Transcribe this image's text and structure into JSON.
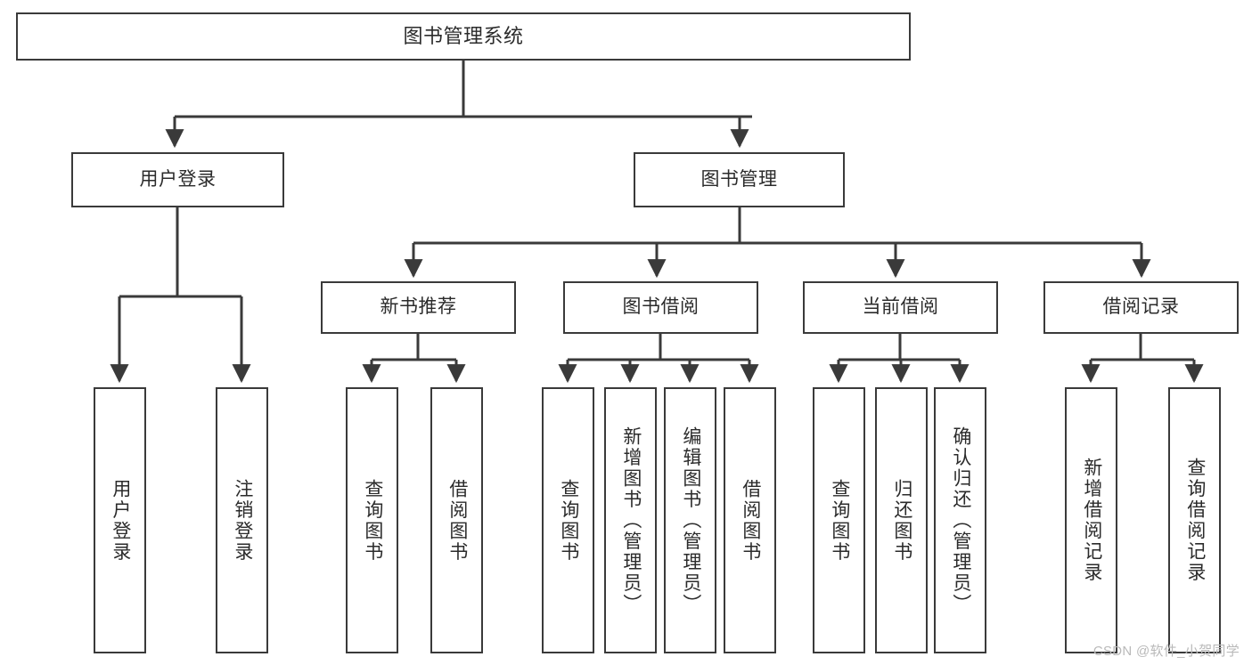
{
  "diagram": {
    "type": "tree-hierarchy",
    "title": "图书管理系统",
    "root": {
      "label": "图书管理系统"
    },
    "level1": [
      {
        "id": "user-login",
        "label": "用户登录"
      },
      {
        "id": "book-management",
        "label": "图书管理"
      }
    ],
    "level2": [
      {
        "id": "new-book-recommend",
        "label": "新书推荐",
        "parent": "book-management"
      },
      {
        "id": "book-borrow",
        "label": "图书借阅",
        "parent": "book-management"
      },
      {
        "id": "current-borrow",
        "label": "当前借阅",
        "parent": "book-management"
      },
      {
        "id": "borrow-record",
        "label": "借阅记录",
        "parent": "book-management"
      }
    ],
    "leaves": [
      {
        "id": "leaf-user-login",
        "label": "用户登录",
        "parent": "user-login"
      },
      {
        "id": "leaf-logout",
        "label": "注销登录",
        "parent": "user-login"
      },
      {
        "id": "leaf-query-book-1",
        "label": "查询图书",
        "parent": "new-book-recommend"
      },
      {
        "id": "leaf-borrow-book-1",
        "label": "借阅图书",
        "parent": "new-book-recommend"
      },
      {
        "id": "leaf-query-book-2",
        "label": "查询图书",
        "parent": "book-borrow"
      },
      {
        "id": "leaf-add-book",
        "label": "新增图书（管理员）",
        "parent": "book-borrow"
      },
      {
        "id": "leaf-edit-book",
        "label": "编辑图书（管理员）",
        "parent": "book-borrow"
      },
      {
        "id": "leaf-borrow-book-2",
        "label": "借阅图书",
        "parent": "book-borrow"
      },
      {
        "id": "leaf-query-book-3",
        "label": "查询图书",
        "parent": "current-borrow"
      },
      {
        "id": "leaf-return-book",
        "label": "归还图书",
        "parent": "current-borrow"
      },
      {
        "id": "leaf-confirm-return",
        "label": "确认归还（管理员）",
        "parent": "current-borrow"
      },
      {
        "id": "leaf-add-record",
        "label": "新增借阅记录",
        "parent": "borrow-record"
      },
      {
        "id": "leaf-query-record",
        "label": "查询借阅记录",
        "parent": "borrow-record"
      }
    ],
    "colors": {
      "stroke": "#3a3a3a",
      "text": "#2b2b2b",
      "background": "#ffffff",
      "watermark": "#b9b9b9"
    }
  },
  "watermark": {
    "text": "CSDN @软件_小贺同学"
  }
}
